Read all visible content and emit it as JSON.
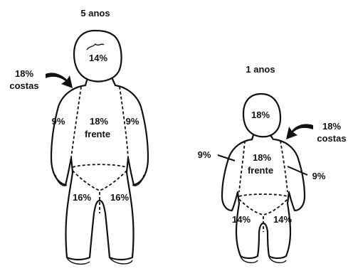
{
  "figures": {
    "older": {
      "title": "5 anos",
      "head": "14%",
      "back_percent": "18%",
      "back_word": "costas",
      "front_percent": "18%",
      "front_word": "frente",
      "left_arm": "9%",
      "right_arm": "9%",
      "left_leg": "16%",
      "right_leg": "16%"
    },
    "younger": {
      "title": "1 anos",
      "head": "18%",
      "back_percent": "18%",
      "back_word": "costas",
      "front_percent": "18%",
      "front_word": "frente",
      "left_arm": "9%",
      "right_arm": "9%",
      "left_leg": "14%",
      "right_leg": "14%"
    }
  },
  "icons": {
    "back_arrow_older": "curved-arrow-right-icon",
    "back_arrow_younger": "curved-arrow-left-icon"
  }
}
